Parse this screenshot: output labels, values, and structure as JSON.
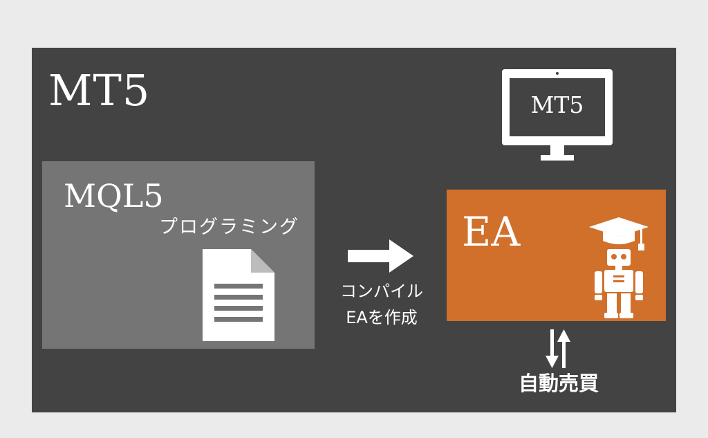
{
  "panel": {
    "title": "MT5"
  },
  "monitor": {
    "label": "MT5",
    "icon": "monitor-icon"
  },
  "mql": {
    "title": "MQL5",
    "subtitle": "プログラミング",
    "icon": "document-icon"
  },
  "compile": {
    "line1": "コンパイル",
    "line2": "EAを作成",
    "icon": "arrow-right-icon"
  },
  "ea": {
    "title": "EA",
    "icon": "graduate-robot-icon"
  },
  "trading": {
    "label": "自動売買",
    "icon": "up-down-arrows-icon"
  },
  "colors": {
    "background": "#ebebeb",
    "panel": "#434343",
    "mql_box": "#757575",
    "ea_box": "#d0702a",
    "text": "#ffffff"
  }
}
